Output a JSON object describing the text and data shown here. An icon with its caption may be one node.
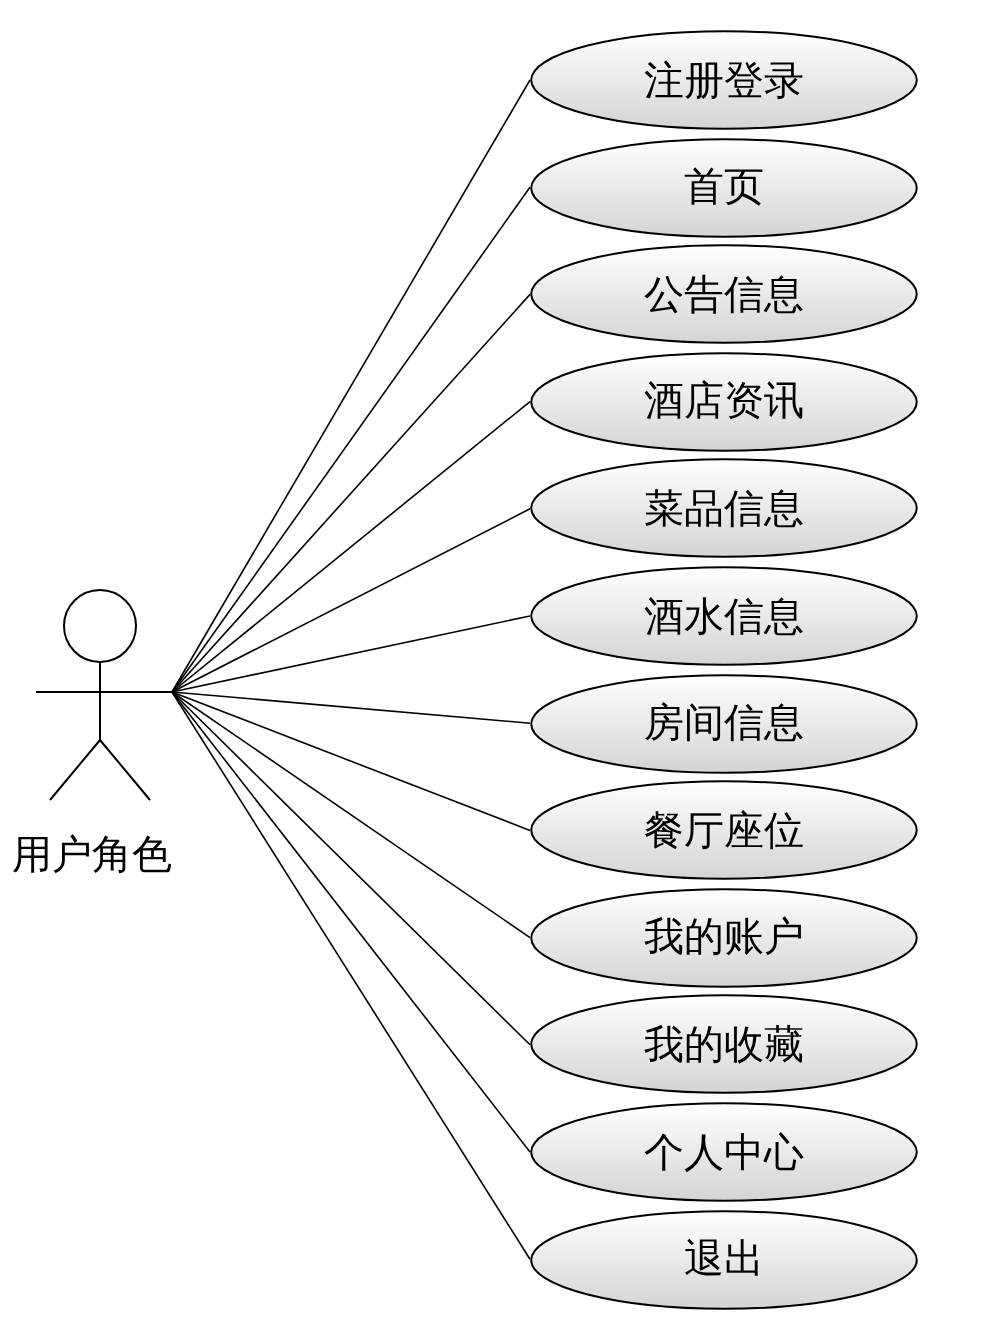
{
  "diagram": {
    "nodes": [
      {
        "text": [
          "用户角色"
        ]
      },
      {
        "text": [
          "注册登录"
        ]
      },
      {
        "text": [
          "首页"
        ]
      },
      {
        "text": [
          "公告信息"
        ]
      },
      {
        "text": [
          "酒店资讯"
        ]
      },
      {
        "text": [
          "菜品信息"
        ]
      },
      {
        "text": [
          "酒水信息"
        ]
      },
      {
        "text": [
          "房间信息"
        ]
      },
      {
        "text": [
          "餐厅座位"
        ]
      },
      {
        "text": [
          "我的账户"
        ]
      },
      {
        "text": [
          "我的收藏"
        ]
      },
      {
        "text": [
          "个人中心"
        ]
      },
      {
        "text": [
          "退出"
        ]
      }
    ],
    "edges": [
      {
        "from": 0,
        "to": 1,
        "arrow": "none"
      },
      {
        "from": 0,
        "to": 2,
        "arrow": "none"
      },
      {
        "from": 0,
        "to": 3,
        "arrow": "none"
      },
      {
        "from": 0,
        "to": 4,
        "arrow": "none"
      },
      {
        "from": 0,
        "to": 5,
        "arrow": "none"
      },
      {
        "from": 0,
        "to": 6,
        "arrow": "none"
      },
      {
        "from": 0,
        "to": 7,
        "arrow": "none"
      },
      {
        "from": 0,
        "to": 8,
        "arrow": "none"
      },
      {
        "from": 0,
        "to": 9,
        "arrow": "none"
      },
      {
        "from": 0,
        "to": 10,
        "arrow": "none"
      },
      {
        "from": 0,
        "to": 11,
        "arrow": "none"
      },
      {
        "from": 0,
        "to": 12,
        "arrow": "none"
      }
    ]
  }
}
